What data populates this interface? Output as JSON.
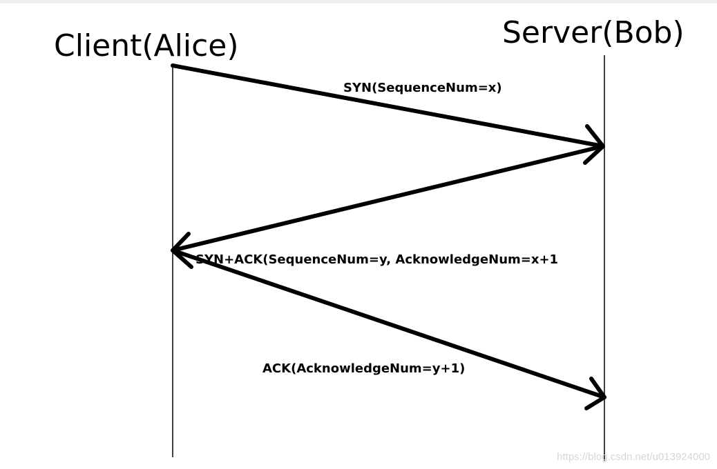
{
  "actors": {
    "client": "Client(Alice)",
    "server": "Server(Bob)"
  },
  "messages": [
    {
      "label": "SYN(SequenceNum=x)",
      "from": "client",
      "to": "server"
    },
    {
      "label": "SYN+ACK(SequenceNum=y, AcknowledgeNum=x+1",
      "from": "server",
      "to": "client"
    },
    {
      "label": "ACK(AcknowledgeNum=y+1)",
      "from": "client",
      "to": "server"
    }
  ],
  "watermark": "https://blog.csdn.net/u013924000",
  "colors": {
    "ink": "#000000",
    "background": "#ffffff",
    "watermark": "#d6d6d6"
  }
}
